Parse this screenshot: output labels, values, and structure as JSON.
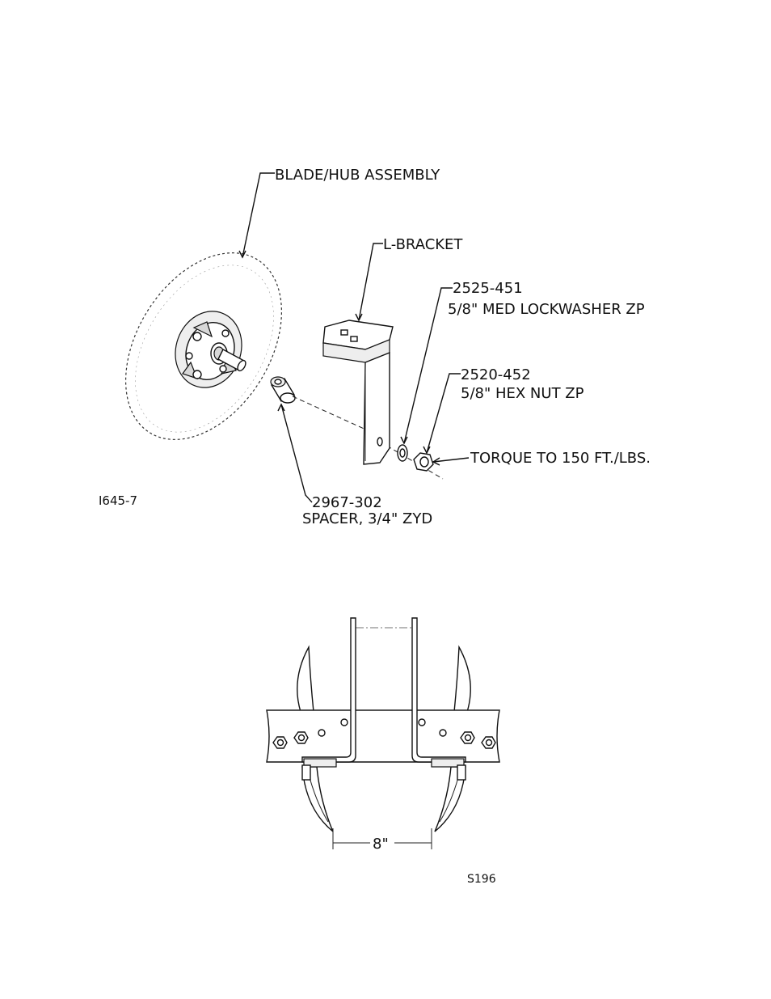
{
  "exploded_view": {
    "labels": {
      "blade_hub": "BLADE/HUB ASSEMBLY",
      "l_bracket": "L-BRACKET",
      "lockwasher_part": "2525-451",
      "lockwasher_desc": "5/8\" MED LOCKWASHER ZP",
      "hexnut_part": "2520-452",
      "hexnut_desc": "5/8\" HEX NUT ZP",
      "torque": "TORQUE TO 150 FT./LBS.",
      "spacer_part": "2967-302",
      "spacer_desc": "SPACER, 3/4\" ZYD"
    },
    "figure_id": "I645-7"
  },
  "front_view": {
    "dimension": "8\"",
    "figure_id": "S196"
  }
}
